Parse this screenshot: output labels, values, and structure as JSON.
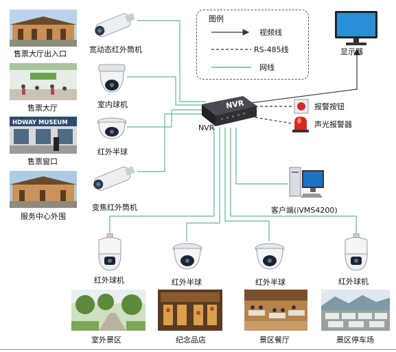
{
  "legend": {
    "title": "图例",
    "items": [
      {
        "label": "视频线",
        "style": "arrow"
      },
      {
        "label": "RS-485线",
        "style": "dashed"
      },
      {
        "label": "网线",
        "style": "green"
      }
    ]
  },
  "nvr": {
    "device_text": "NVR",
    "caption": "NVR"
  },
  "left_photos": [
    {
      "caption": "售票大厅出入口"
    },
    {
      "caption": "售票大厅"
    },
    {
      "caption": "售票窗口",
      "sign_text": "HDWAY MUSEUM"
    },
    {
      "caption": "服务中心外围"
    }
  ],
  "left_cameras": [
    {
      "caption": "宽动态红外筒机",
      "icon": "bullet-camera"
    },
    {
      "caption": "室内球机",
      "icon": "dome-camera"
    },
    {
      "caption": "红外半球",
      "icon": "dome-camera"
    },
    {
      "caption": "变焦红外筒机",
      "icon": "bullet-camera"
    }
  ],
  "right_devices": [
    {
      "caption": "显示器",
      "icon": "monitor"
    },
    {
      "caption": "报警按钮",
      "icon": "alarm-button"
    },
    {
      "caption": "声光报警器",
      "icon": "strobe-siren"
    },
    {
      "caption": "客户端(iVMS4200)",
      "icon": "desktop-pc"
    }
  ],
  "bottom_cameras": [
    {
      "caption": "红外球机",
      "icon": "ptz-camera"
    },
    {
      "caption": "红外半球",
      "icon": "dome-camera"
    },
    {
      "caption": "红外半球",
      "icon": "dome-camera"
    },
    {
      "caption": "红外球机",
      "icon": "ptz-camera"
    }
  ],
  "bottom_photos": [
    {
      "caption": "室外景区"
    },
    {
      "caption": "纪念品店"
    },
    {
      "caption": "景区餐厅"
    },
    {
      "caption": "景区停车场"
    }
  ],
  "colors": {
    "network_line": "#5fb98a",
    "video_line": "#333333",
    "rs485_line": "#333333",
    "nvr_body": "#2f2f35"
  }
}
